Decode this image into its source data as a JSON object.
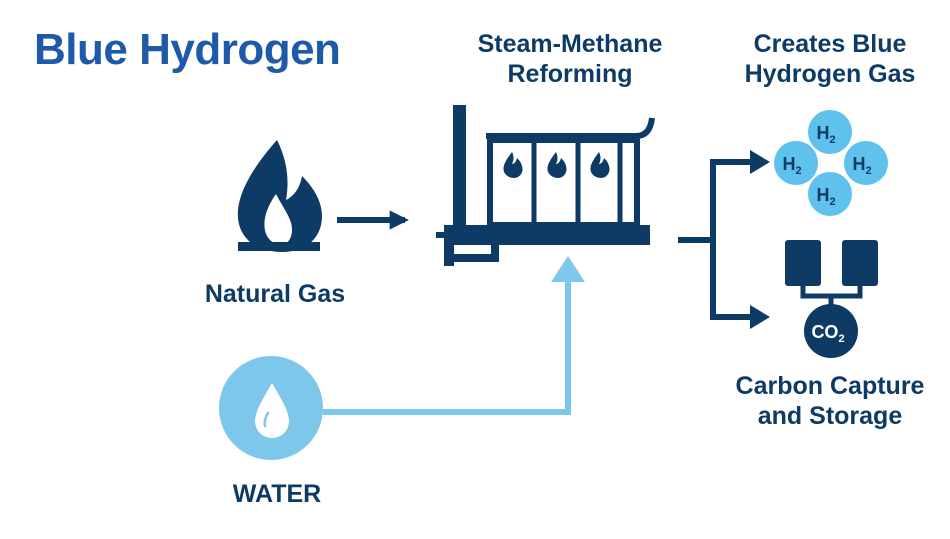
{
  "title": "Blue Hydrogen",
  "labels": {
    "natural_gas": "Natural Gas",
    "water": "WATER",
    "smr_line1": "Steam-Methane",
    "smr_line2": "Reforming",
    "creates_line1": "Creates Blue",
    "creates_line2": "Hydrogen Gas",
    "ccs_line1": "Carbon Capture",
    "ccs_line2": "and Storage"
  },
  "molecules": {
    "h2": "H",
    "h2_sub": "2",
    "co2": "CO",
    "co2_sub": "2"
  },
  "icons": {
    "natural_gas": "flame-icon",
    "water": "water-drop-icon",
    "reformer": "factory-icon",
    "hydrogen": "h2-molecule-icon",
    "storage": "storage-tank-icon"
  },
  "colors": {
    "dark_navy": "#0e3a66",
    "title_blue": "#1f5aaa",
    "light_blue": "#7cc7ea",
    "hydrogen_blue": "#5ec2ec"
  }
}
